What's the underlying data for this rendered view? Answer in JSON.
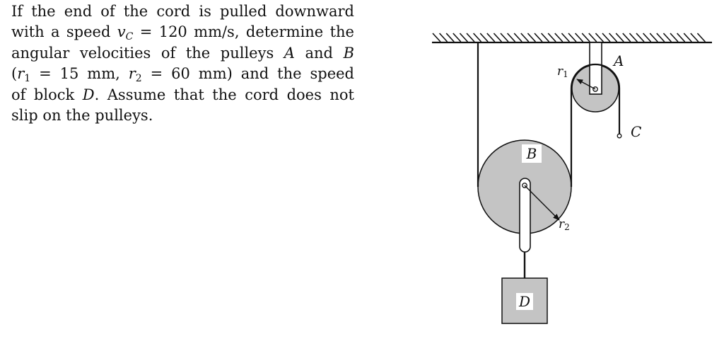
{
  "problem": {
    "l1": "If the end of the cord is pulled downward",
    "l2_a": "with a speed ",
    "l2_var": "v",
    "l2_sub": "C",
    "l2_b": " = 120 mm/s, determine the",
    "l3_a": "angular velocities of the pulleys ",
    "l3_A": "A",
    "l3_b": " and ",
    "l3_B": "B",
    "l4_a": "(",
    "l4_r": "r",
    "l4_s1": "1",
    "l4_b": " = 15 mm, ",
    "l4_r2": "r",
    "l4_s2": "2",
    "l4_c": " = 60 mm) and the speed",
    "l5_a": "of block ",
    "l5_D": "D",
    "l5_b": ". Assume that the cord does not",
    "l6": "slip on the pulleys."
  },
  "diagram": {
    "label_A": "A",
    "label_B": "B",
    "label_C": "C",
    "label_D": "D",
    "label_r1": "r",
    "label_r1_sub": "1",
    "label_r2": "r",
    "label_r2_sub": "2",
    "pulley_fill": "#c4c4c4",
    "line_color": "#111111"
  }
}
